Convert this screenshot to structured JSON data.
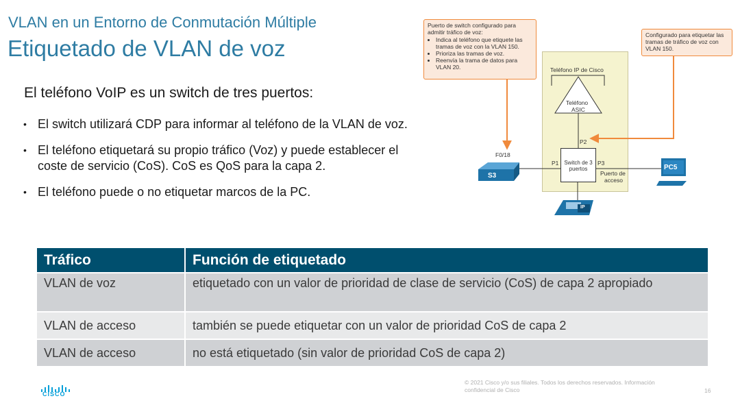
{
  "header": {
    "subtitle": "VLAN en un Entorno de Conmutación Múltiple",
    "title": "Etiquetado de VLAN de voz"
  },
  "lead": "El teléfono VoIP es un switch de tres puertos:",
  "bullets": [
    "El switch utilizará CDP para informar al teléfono de la VLAN de voz.",
    "El teléfono etiquetará su propio tráfico (Voz) y puede establecer el coste de servicio (CoS). CoS es QoS para la capa 2.",
    "El teléfono puede o no etiquetar marcos de la PC."
  ],
  "bullet_glyph": "•",
  "table": {
    "headers": [
      "Tráfico",
      "Función de etiquetado"
    ],
    "rows": [
      [
        "VLAN de voz",
        "etiquetado con un valor de prioridad de clase de servicio (CoS) de capa 2 apropiado"
      ],
      [
        "VLAN de acceso",
        "también se puede etiquetar con un valor de prioridad CoS de capa 2"
      ],
      [
        "VLAN de acceso",
        "no está etiquetado (sin valor de prioridad CoS de capa 2)"
      ]
    ]
  },
  "diagram": {
    "callout_left": {
      "heading": "Puerto de switch configurado para admitir tráfico de voz:",
      "items": [
        "Indica al teléfono que etiquete las tramas de voz con la VLAN 150.",
        "Prioriza las tramas de voz.",
        "Reenvía la trama de datos para VLAN 20."
      ]
    },
    "callout_right": "Configurado para etiquetar las tramas de tráfico de voz con VLAN 150.",
    "phone_box_label": "Teléfono IP de Cisco",
    "asic_label_1": "Teléfono",
    "asic_label_2": "ASIC",
    "switch_label_1": "Switch de 3",
    "switch_label_2": "puertos",
    "port_p1": "P1",
    "port_p2": "P2",
    "port_p3": "P3",
    "access_port_1": "Puerto de",
    "access_port_2": "acceso",
    "switch_port": "F0/18",
    "switch_name": "S3",
    "pc_name": "PC5",
    "phone_icon_label": "IP",
    "colors": {
      "callout_border": "#f08a3c",
      "callout_fill": "#fbe9dc",
      "phone_area": "#f5f3cf",
      "device_blue": "#1e73a8"
    }
  },
  "footer": {
    "copyright": "© 2021 Cisco y/o sus filiales. Todos los derechos reservados.   Información confidencial de Cisco",
    "page": "16",
    "brand": "CISCO"
  }
}
